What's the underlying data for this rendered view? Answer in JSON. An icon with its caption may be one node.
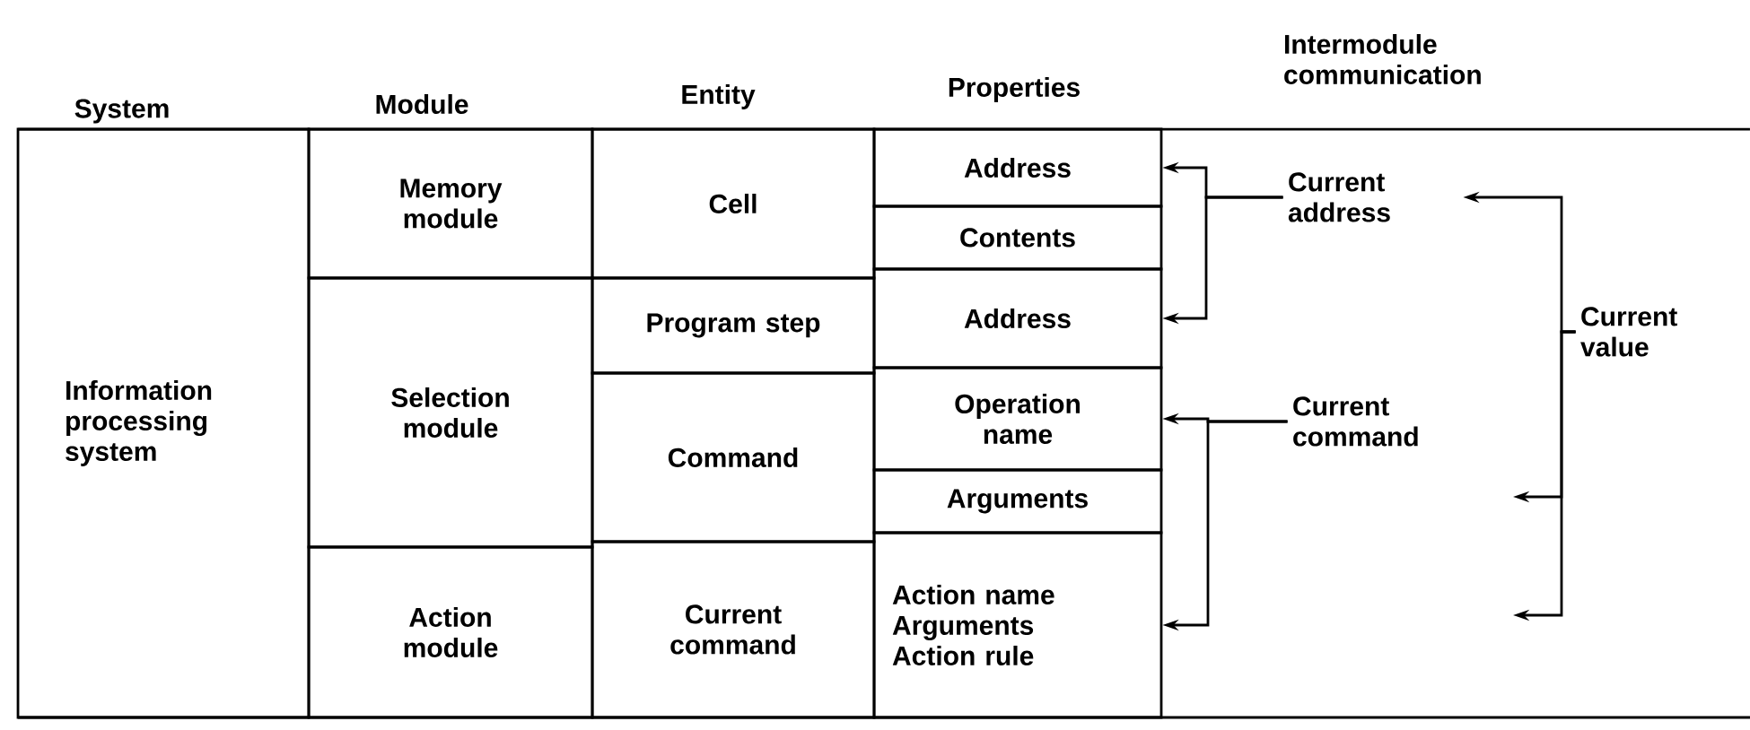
{
  "diagram": {
    "nodes": [
      {
        "text": [
          "Information processing system"
        ]
      },
      {
        "text": [
          "Memory module"
        ]
      },
      {
        "text": [
          "Selection module"
        ]
      },
      {
        "text": [
          "Action module"
        ]
      },
      {
        "text": [
          "Cell"
        ]
      },
      {
        "text": [
          "Program step"
        ]
      },
      {
        "text": [
          "Command"
        ]
      },
      {
        "text": [
          "Current command"
        ]
      },
      {
        "text": [
          "Address"
        ]
      },
      {
        "text": [
          "Contents"
        ]
      },
      {
        "text": [
          "Address"
        ]
      },
      {
        "text": [
          "Operation name"
        ]
      },
      {
        "text": [
          "Arguments"
        ]
      },
      {
        "text": [
          "Action name",
          "Arguments",
          "Action rule"
        ]
      },
      {
        "text": [
          "Current address"
        ]
      },
      {
        "text": [
          "Current command"
        ]
      },
      {
        "text": [
          "Current value"
        ]
      }
    ],
    "edges": [
      {
        "from": 14,
        "to": 8,
        "arrow": "to"
      },
      {
        "from": 14,
        "to": 10,
        "arrow": "to"
      },
      {
        "from": 15,
        "to": 11,
        "arrow": "to"
      },
      {
        "from": 15,
        "to": 13,
        "arrow": "to"
      },
      {
        "from": 16,
        "to": 14,
        "arrow": "to"
      },
      {
        "from": 16,
        "to": null,
        "arrow": "to"
      },
      {
        "from": 16,
        "to": null,
        "arrow": "to"
      }
    ],
    "labels": [
      "System",
      "Module",
      "Entity",
      "Properties",
      "Intermodule communication"
    ]
  }
}
